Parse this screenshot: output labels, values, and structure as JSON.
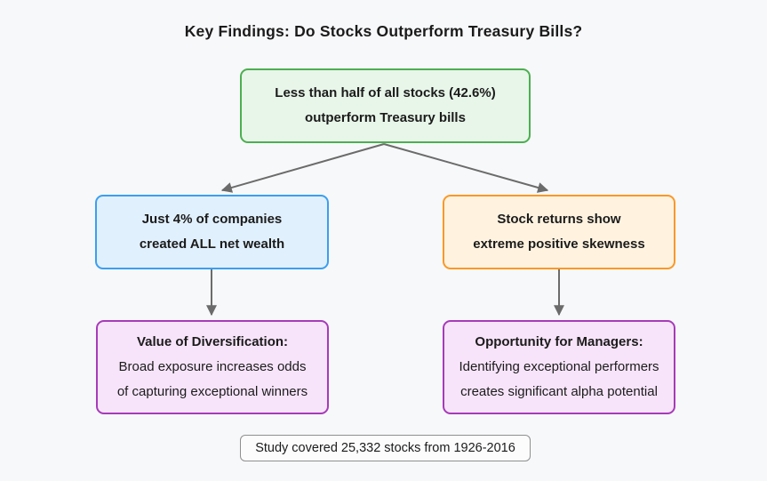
{
  "background": "#f7f8fa",
  "title": {
    "text": "Key Findings: Do Stocks Outperform Treasury Bills?",
    "color": "#1b1b1b"
  },
  "nodes": {
    "finding": {
      "lines": [
        "Less than half of all stocks (42.6%)",
        "outperform Treasury bills"
      ],
      "border": "#4caf50",
      "fill": "#e8f5e9"
    },
    "concentration": {
      "lines": [
        "Just 4% of companies",
        "created ALL net wealth"
      ],
      "border": "#3b9ff0",
      "fill": "#e1f0fd"
    },
    "skewness": {
      "lines": [
        "Stock returns show",
        "extreme positive skewness"
      ],
      "border": "#fb9826",
      "fill": "#fff3e0"
    },
    "diversification": {
      "heading": "Value of Diversification:",
      "lines": [
        "Broad exposure increases odds",
        "of capturing exceptional winners"
      ],
      "border": "#a73bb8",
      "fill": "#f7e4fa"
    },
    "managers": {
      "heading": "Opportunity for Managers:",
      "lines": [
        "Identifying exceptional performers",
        "creates significant alpha potential"
      ],
      "border": "#a73bb8",
      "fill": "#f7e4fa"
    },
    "footnote": {
      "text": "Study covered 25,332 stocks from 1926-2016",
      "border": "#8f8f8f",
      "fill": "#fcfcfd"
    }
  },
  "arrows": {
    "color": "#6b6b6b"
  }
}
